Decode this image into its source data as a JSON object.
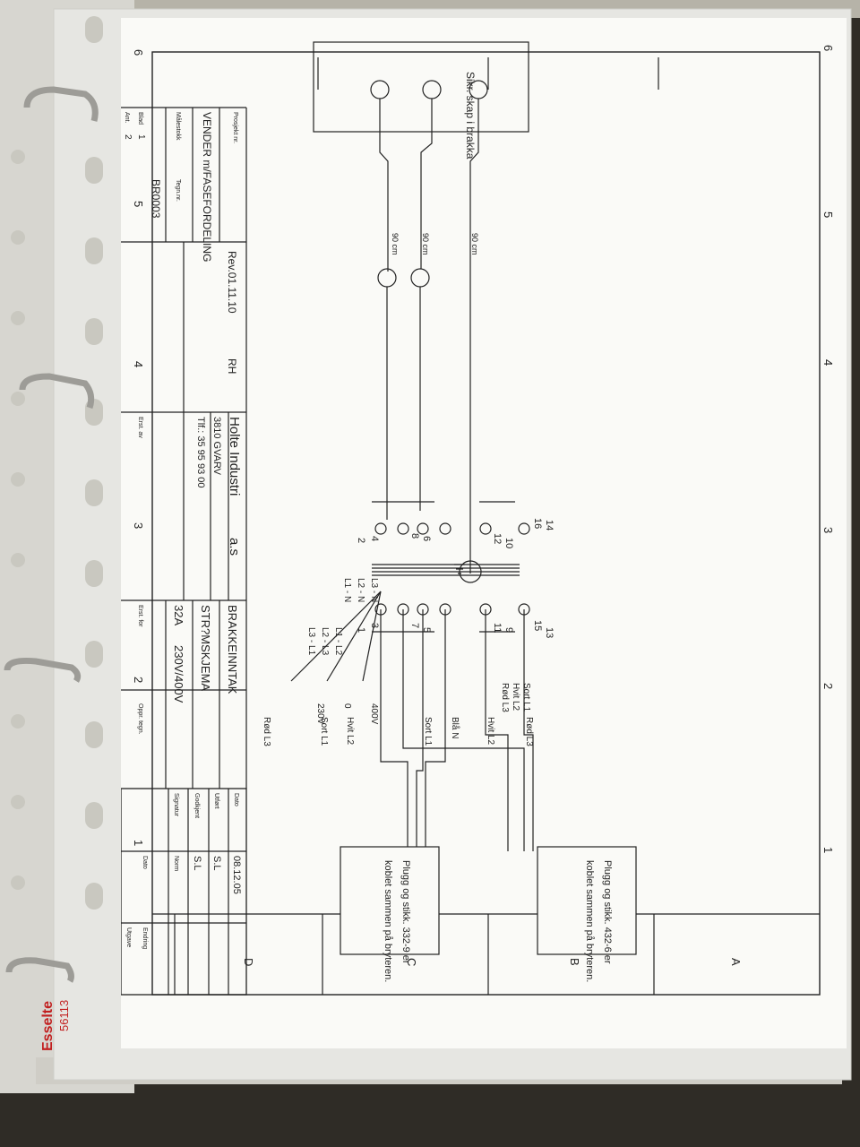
{
  "binder": {
    "brand": "Esselte",
    "product_number": "56113"
  },
  "sheet": {
    "column_numbers": [
      "1",
      "2",
      "3",
      "4",
      "5",
      "6"
    ],
    "row_letters": [
      "A",
      "B",
      "C",
      "D"
    ],
    "wire_labels": [
      "Sort L1",
      "Hvit L2",
      "Rød L3",
      "Rød L3",
      "Hvit L2",
      "Blå N",
      "Sort L1",
      "Hvit L2",
      "Sort L1",
      "Rød L3"
    ],
    "terminal_numbers": [
      "16",
      "14",
      "15",
      "13",
      "12",
      "10",
      "11",
      "9",
      "8",
      "6",
      "7",
      "5",
      "4",
      "2",
      "3",
      "1"
    ],
    "length_labels": [
      "90 cm",
      "90 cm",
      "90 cm"
    ],
    "plug_note_1": [
      "Plugg og stikk. 432-6 er",
      "koblet sammen på bryteren."
    ],
    "plug_note_2": [
      "Plugg og stikk. 332-9 er",
      "koblet sammen på bryteren."
    ],
    "box_label": "Sikr. skap i brakka",
    "voltage_labels": [
      "400V",
      "0",
      "230V"
    ],
    "phase_left": [
      "L3 - N",
      "L2 - N",
      "L1 - N"
    ],
    "phase_right": [
      "L1 - L2",
      "L2 - L3",
      "L3 - L1"
    ]
  },
  "title_block": {
    "dato_label": "Dato",
    "dato_value": "08.12.05",
    "utfort_label": "Utført",
    "utfort_value": "S.L",
    "godkjent_label": "Godkjent",
    "godkjent_value": "S.L",
    "signatur_label": "Signatur",
    "norm_label": "Norm",
    "utgave_label": "Utgave",
    "endring_label": "Endring",
    "date_label": "Dato",
    "title_1": "BRAKKEINNTAK",
    "title_2": "STR?MSKJEMA",
    "title_3_amp": "32A",
    "title_3_volt": "230V/400V",
    "oppr_label": "Oppr. tegn.",
    "erst_for_label": "Erst. for",
    "erst_av_label": "Erst. av",
    "company": "Holte Industri",
    "company_suffix": "a.s",
    "address": "3810 GVARV",
    "phone": "Tlf.: 35 95 93 00",
    "revision": "Rev.01.11.10",
    "revision_by": "RH",
    "prosjekt_label": "Prosjekt nr.",
    "project_title": "VENDER m/FASEFORDELING",
    "malestokk_label": "Målestokk",
    "tegn_nr_label": "Tegn.nr.",
    "drawing_number": "BR0003",
    "blad_label": "Blad",
    "blad_value": "1",
    "ant_label": "Ant.",
    "ant_value": "2"
  }
}
